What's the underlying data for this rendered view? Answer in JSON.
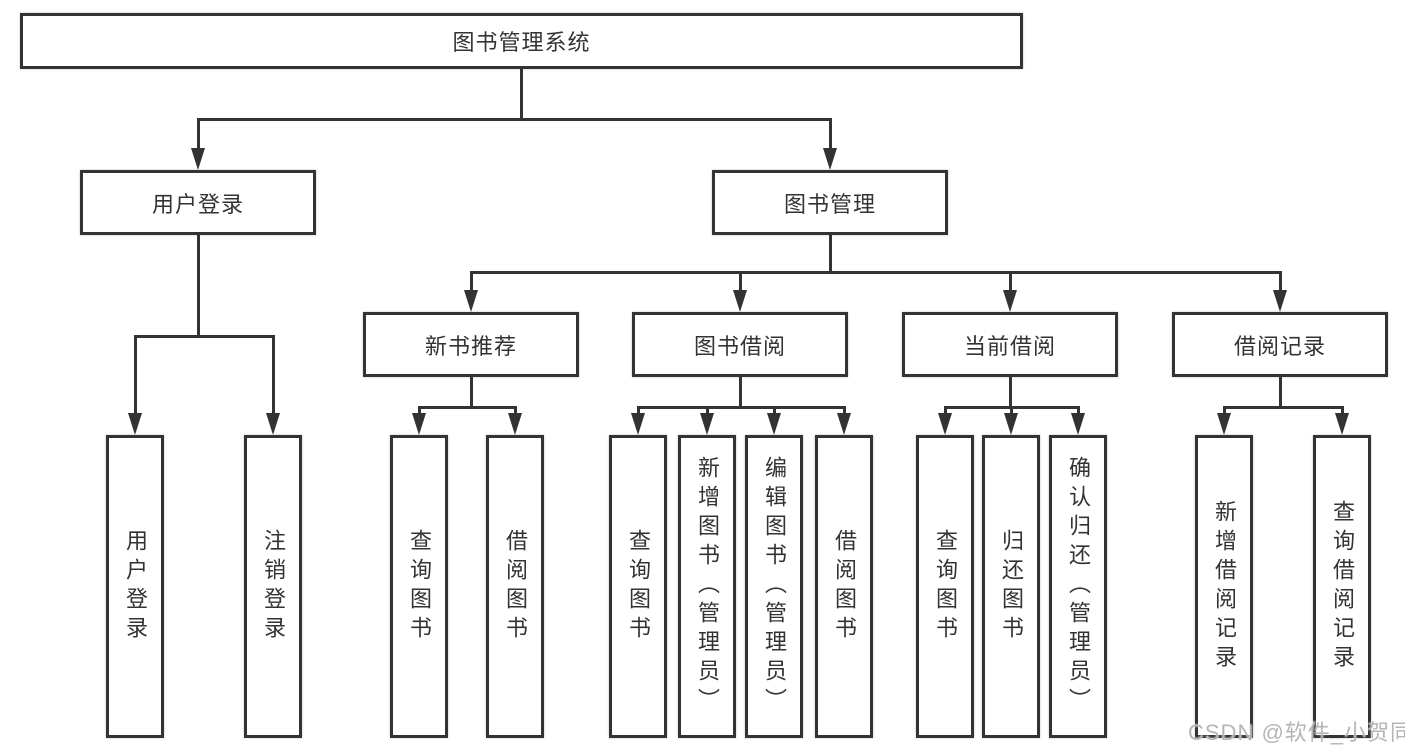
{
  "root": {
    "label": "图书管理系统"
  },
  "level1": [
    {
      "id": "user-login",
      "label": "用户登录"
    },
    {
      "id": "book-management",
      "label": "图书管理"
    }
  ],
  "level2": [
    {
      "id": "new-book-recommend",
      "label": "新书推荐"
    },
    {
      "id": "book-borrow",
      "label": "图书借阅"
    },
    {
      "id": "current-borrow",
      "label": "当前借阅"
    },
    {
      "id": "borrow-records",
      "label": "借阅记录"
    }
  ],
  "leaves": {
    "user_login": [
      {
        "label": "用户登录"
      },
      {
        "label": "注销登录"
      }
    ],
    "new_book": [
      {
        "label": "查询图书"
      },
      {
        "label": "借阅图书"
      }
    ],
    "book_borrow": [
      {
        "label": "查询图书"
      },
      {
        "label": "新增图书（管理员）"
      },
      {
        "label": "编辑图书（管理员）"
      },
      {
        "label": "借阅图书"
      }
    ],
    "current_borrow": [
      {
        "label": "查询图书"
      },
      {
        "label": "归还图书"
      },
      {
        "label": "确认归还（管理员）"
      }
    ],
    "records": [
      {
        "label": "新增借阅记录"
      },
      {
        "label": "查询借阅记录"
      }
    ]
  },
  "watermark": {
    "text": "CSDN @软件_小贺同学"
  },
  "colors": {
    "line": "#333333",
    "text": "#333333",
    "background": "#ffffff",
    "watermark": "#b5b5b5"
  }
}
